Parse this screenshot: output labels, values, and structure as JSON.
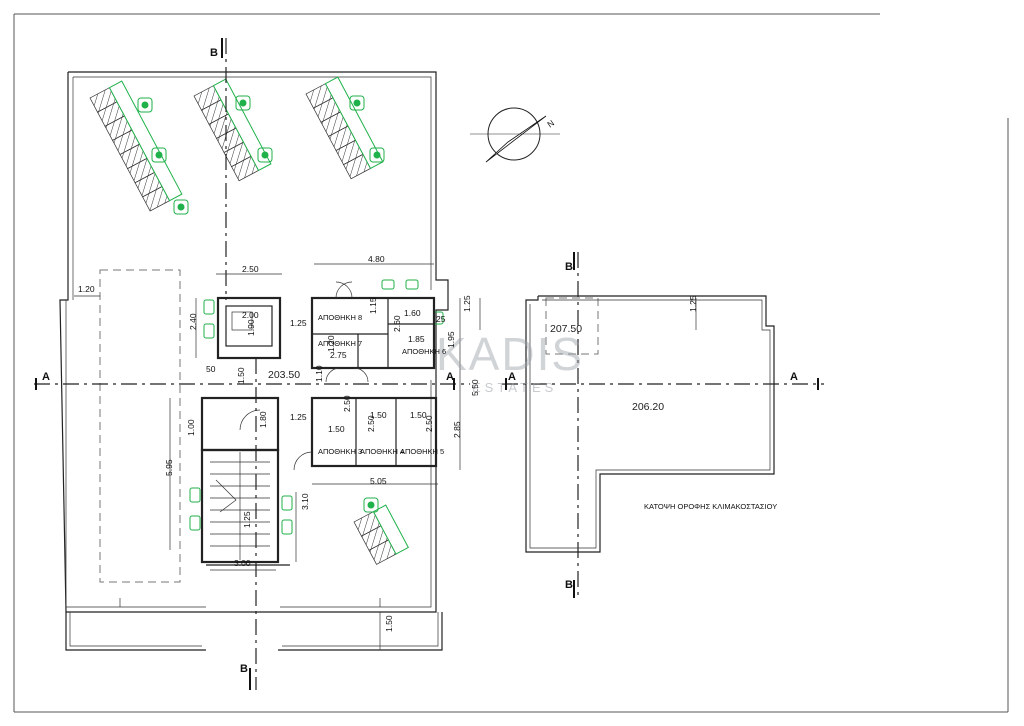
{
  "watermark": {
    "main": "KADIS",
    "sub": "ESTATES"
  },
  "sections": {
    "b_top": "B",
    "b_bottom": "B",
    "b_right_top": "B",
    "b_right_bottom": "B",
    "a_left": "A",
    "a_mid": "A",
    "a_right_1": "A",
    "a_right_2": "A"
  },
  "rooms": {
    "storage_8": "ΑΠΟΘΗΚΗ 8",
    "storage_7": "ΑΠΟΘΗΚΗ 7",
    "storage_6": "ΑΠΟΘΗΚΗ 6",
    "storage_3": "ΑΠΟΘΗΚΗ 3",
    "storage_4": "ΑΠΟΘΗΚΗ 4",
    "storage_5": "ΑΠΟΘΗΚΗ 5"
  },
  "elevations": {
    "main_floor": "203.50",
    "roof_top": "207.50",
    "roof_main": "206.20"
  },
  "dimensions": {
    "d_4_80": "4.80",
    "d_2_50": "2.50",
    "d_1_20_left": "1.20",
    "d_2_40": "2.40",
    "d_2_00": "2.00",
    "d_1_90": "1.90",
    "d_1_25_a": "1.25",
    "d_1_15": "1.15",
    "d_1_60": "1.60",
    "d_25": "25",
    "d_1_25_b": "1.25",
    "d_2_60": "2.60",
    "d_1_85": "1.85",
    "d_1_20_mid": "1.20",
    "d_2_75": "2.75",
    "d_1_95": "1.95",
    "d_50": "50",
    "d_1_50_a": "1.50",
    "d_1_10": "1.10",
    "d_5_50": "5.50",
    "d_1_25_c": "1.25",
    "d_2_50_a": "2.50",
    "d_1_50_b": "1.50",
    "d_1_50_c": "1.50",
    "d_1_50_d": "1.50",
    "d_2_50_b": "2.50",
    "d_2_50_c": "2.50",
    "d_2_85": "2.85",
    "d_1_00": "1.00",
    "d_1_80": "1.80",
    "d_5_95": "5.95",
    "d_5_05": "5.05",
    "d_3_10": "3.10",
    "d_1_25_d": "1.25",
    "d_3_00": "3.00",
    "d_1_50_e": "1.50",
    "d_1_25_roof": "1.25"
  },
  "caption": "ΚΑΤΟΨΗ ΟΡΟΦΗΣ ΚΛΙΜΑΚΟΣΤΑΣΙΟΥ",
  "north_label": "N"
}
